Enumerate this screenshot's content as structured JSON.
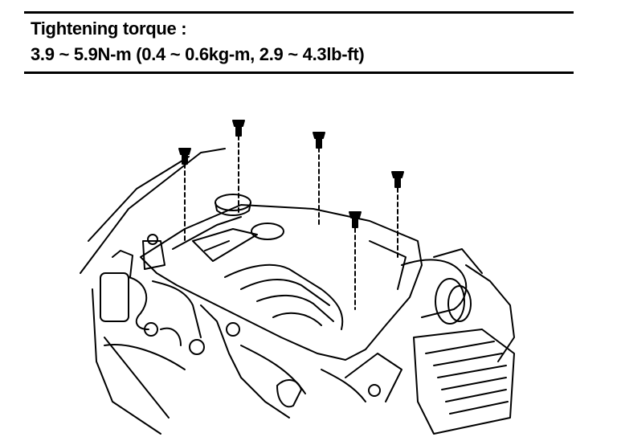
{
  "spec": {
    "label": "Tightening torque :",
    "value": "3.9 ~ 5.9N-m (0.4 ~ 0.6kg-m, 2.9 ~ 4.3lb-ft)"
  },
  "bolts": [
    {
      "id": "bolt-1"
    },
    {
      "id": "bolt-2"
    },
    {
      "id": "bolt-3"
    },
    {
      "id": "bolt-4"
    },
    {
      "id": "bolt-5"
    }
  ],
  "colors": {
    "ink": "#000000",
    "paper": "#ffffff"
  }
}
